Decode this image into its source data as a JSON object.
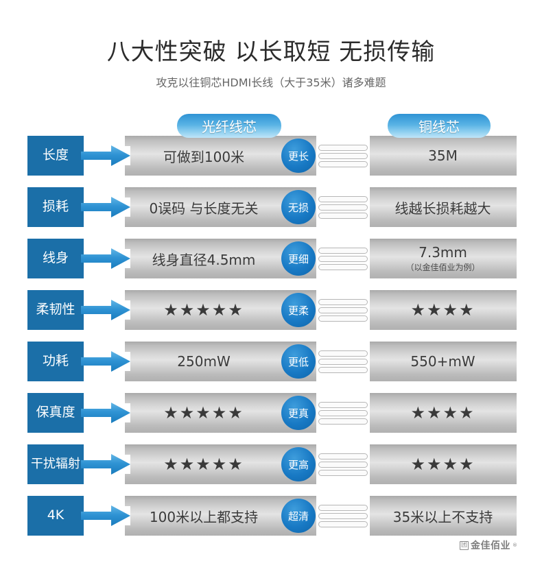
{
  "header": {
    "title": "八大性突破 以长取短 无损传输",
    "subtitle": "攻克以往铜芯HDMI长线（大于35米）诸多难题"
  },
  "columns": {
    "fiber_label": "光纤线芯",
    "copper_label": "铜线芯"
  },
  "colors": {
    "label_blue": "#1b6fa8",
    "badge_blue": "#1879c4",
    "pill_blue": "#58b2e4",
    "arrow_blue": "#2f93d4",
    "bar_gray": "#d8d8d8",
    "star_gray": "#3a3a3a",
    "title_gray": "#2b2b2b",
    "subtitle_gray": "#666666"
  },
  "rows": [
    {
      "label": "长度",
      "fiber": "可做到100米",
      "fiber_sub": "",
      "badge": "更长",
      "copper": "35M",
      "copper_sub": ""
    },
    {
      "label": "损耗",
      "fiber": "0误码 与长度无关",
      "fiber_sub": "",
      "badge": "无损",
      "copper": "线越长损耗越大",
      "copper_sub": ""
    },
    {
      "label": "线身",
      "fiber": "线身直径4.5mm",
      "fiber_sub": "",
      "badge": "更细",
      "copper": "7.3mm",
      "copper_sub": "（以金佳佰业为例）"
    },
    {
      "label": "柔韧性",
      "fiber": "★★★★★",
      "fiber_sub": "",
      "badge": "更柔",
      "copper": "★★★★",
      "copper_sub": ""
    },
    {
      "label": "功耗",
      "fiber": "250mW",
      "fiber_sub": "",
      "badge": "更低",
      "copper": "550+mW",
      "copper_sub": ""
    },
    {
      "label": "保真度",
      "fiber": "★★★★★",
      "fiber_sub": "",
      "badge": "更真",
      "copper": "★★★★",
      "copper_sub": ""
    },
    {
      "label": "干扰\n辐射",
      "fiber": "★★★★★",
      "fiber_sub": "",
      "badge": "更高",
      "copper": "★★★★",
      "copper_sub": ""
    },
    {
      "label": "4K",
      "fiber": "100米以上都支持",
      "fiber_sub": "",
      "badge": "超清",
      "copper": "35米以上不支持",
      "copper_sub": ""
    }
  ],
  "footer": {
    "mark": "团",
    "brand": "金佳佰业",
    "registered": "®"
  }
}
